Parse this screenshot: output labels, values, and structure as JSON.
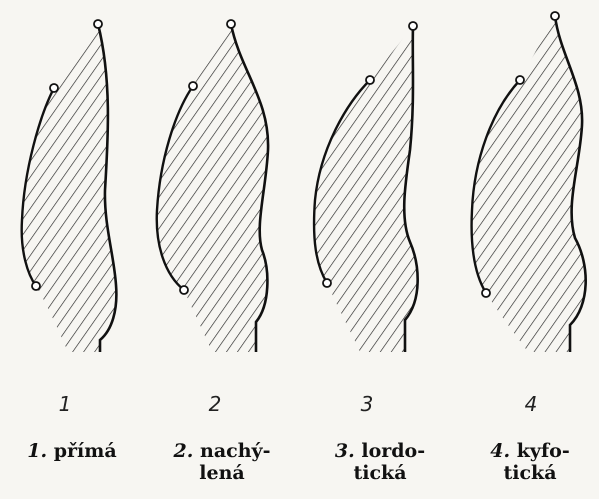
{
  "figures": [
    {
      "number": "1",
      "caption_number": "1.",
      "caption_line1": "přímá",
      "caption_line2": ""
    },
    {
      "number": "2",
      "caption_number": "2.",
      "caption_line1": "nachý-",
      "caption_line2": "lená"
    },
    {
      "number": "3",
      "caption_number": "3.",
      "caption_line1": "lordo-",
      "caption_line2": "tická"
    },
    {
      "number": "4",
      "caption_number": "4.",
      "caption_line1": "kyfo-",
      "caption_line2": "tická"
    }
  ],
  "colors": {
    "ink": "#111111",
    "paper": "#f7f6f2"
  }
}
